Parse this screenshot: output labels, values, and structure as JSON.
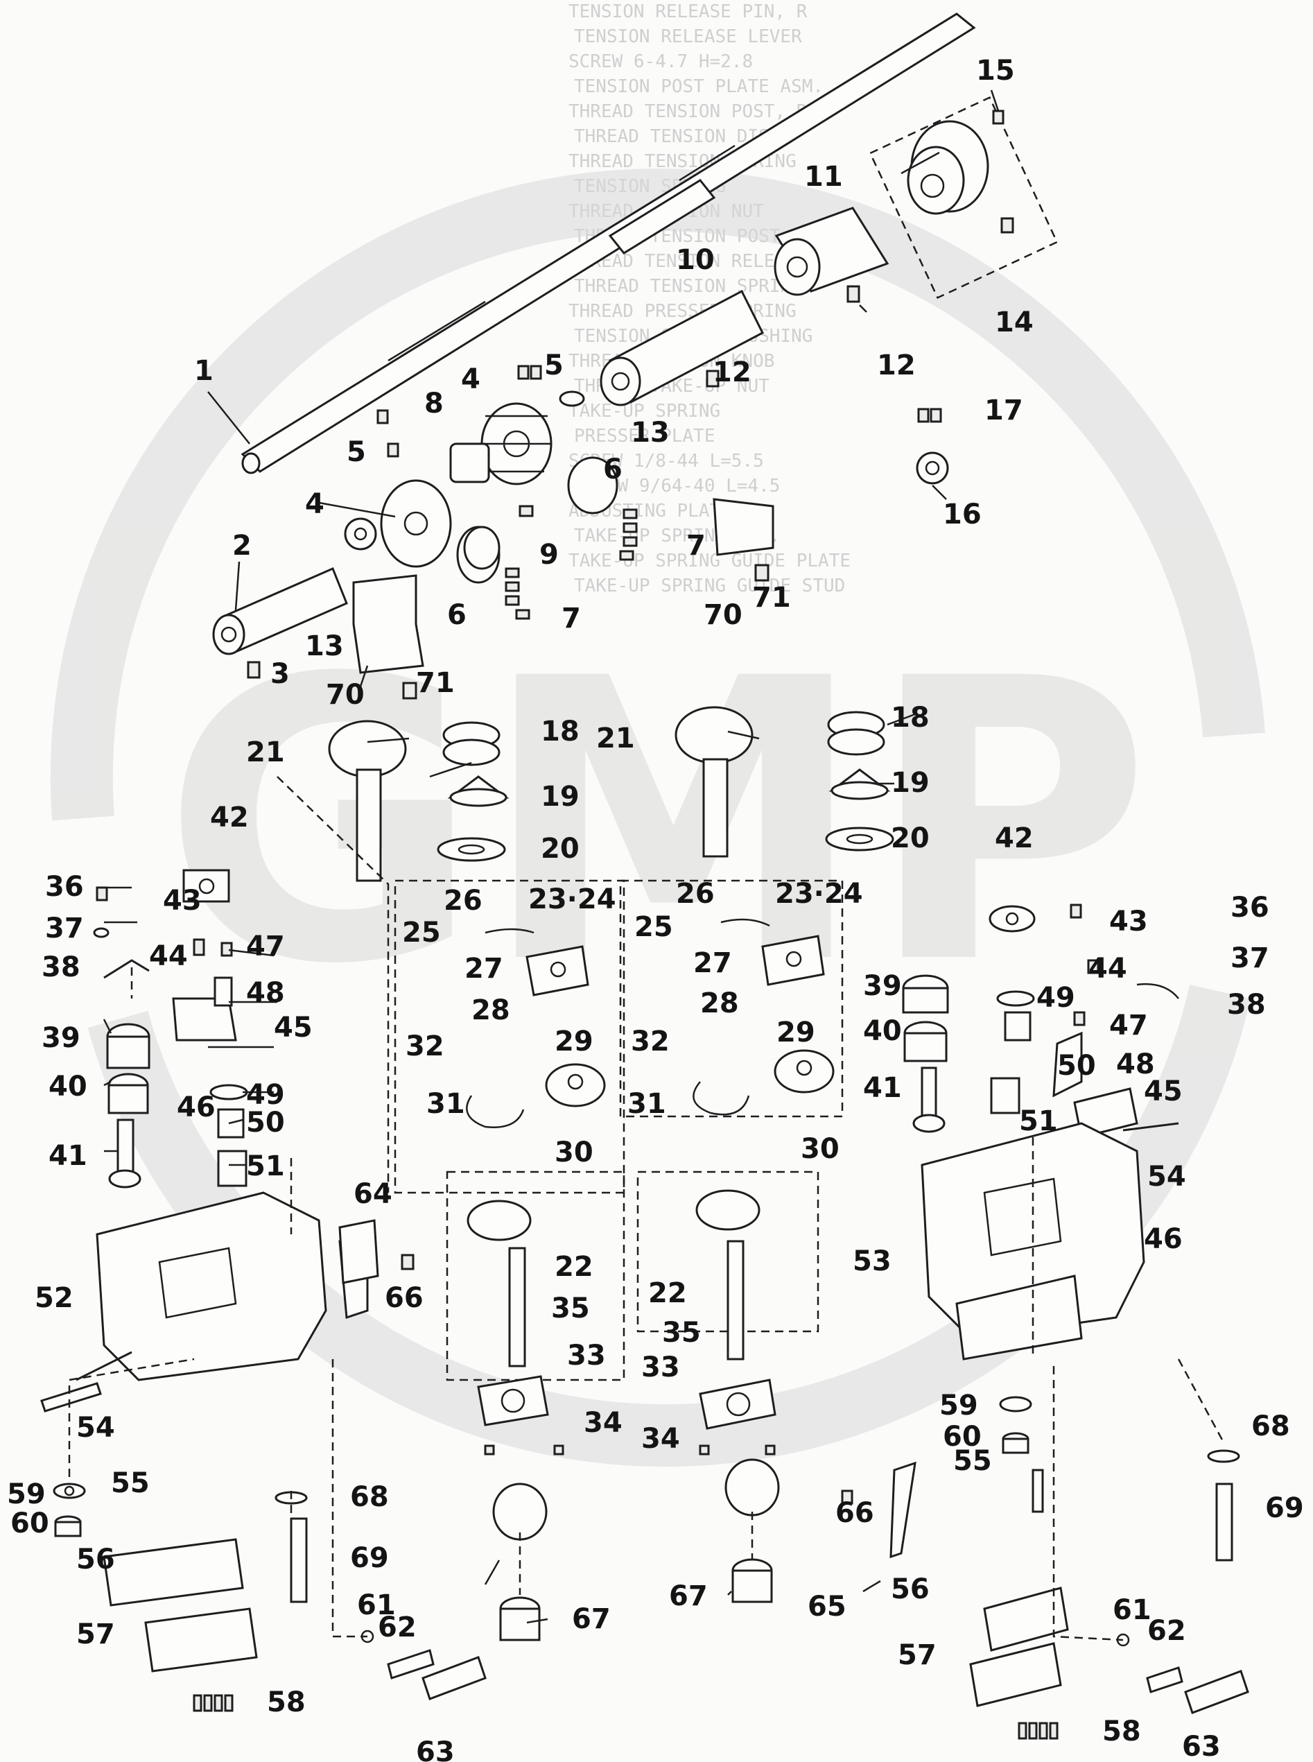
{
  "brand": {
    "watermark_text": "GMP",
    "watermark_color": "#d9d9d9"
  },
  "diagram": {
    "type": "exploded parts diagram",
    "callouts": [
      {
        "id": "c1",
        "text": "1"
      },
      {
        "id": "c2",
        "text": "2"
      },
      {
        "id": "c3",
        "text": "3"
      },
      {
        "id": "c4a",
        "text": "4"
      },
      {
        "id": "c4b",
        "text": "4"
      },
      {
        "id": "c5a",
        "text": "5"
      },
      {
        "id": "c5b",
        "text": "5"
      },
      {
        "id": "c6a",
        "text": "6"
      },
      {
        "id": "c6b",
        "text": "6"
      },
      {
        "id": "c7a",
        "text": "7"
      },
      {
        "id": "c7b",
        "text": "7"
      },
      {
        "id": "c8",
        "text": "8"
      },
      {
        "id": "c9",
        "text": "9"
      },
      {
        "id": "c10",
        "text": "10"
      },
      {
        "id": "c11",
        "text": "11"
      },
      {
        "id": "c12a",
        "text": "12"
      },
      {
        "id": "c12b",
        "text": "12"
      },
      {
        "id": "c13a",
        "text": "13"
      },
      {
        "id": "c13b",
        "text": "13"
      },
      {
        "id": "c14",
        "text": "14"
      },
      {
        "id": "c15",
        "text": "15"
      },
      {
        "id": "c16",
        "text": "16"
      },
      {
        "id": "c17",
        "text": "17"
      },
      {
        "id": "c18a",
        "text": "18"
      },
      {
        "id": "c18b",
        "text": "18"
      },
      {
        "id": "c19a",
        "text": "19"
      },
      {
        "id": "c19b",
        "text": "19"
      },
      {
        "id": "c20a",
        "text": "20"
      },
      {
        "id": "c20b",
        "text": "20"
      },
      {
        "id": "c21a",
        "text": "21"
      },
      {
        "id": "c21b",
        "text": "21"
      },
      {
        "id": "c22a",
        "text": "22"
      },
      {
        "id": "c22b",
        "text": "22"
      },
      {
        "id": "c2324a",
        "text": "23·24"
      },
      {
        "id": "c2324b",
        "text": "23·24"
      },
      {
        "id": "c25a",
        "text": "25"
      },
      {
        "id": "c25b",
        "text": "25"
      },
      {
        "id": "c26a",
        "text": "26"
      },
      {
        "id": "c26b",
        "text": "26"
      },
      {
        "id": "c27a",
        "text": "27"
      },
      {
        "id": "c27b",
        "text": "27"
      },
      {
        "id": "c28a",
        "text": "28"
      },
      {
        "id": "c28b",
        "text": "28"
      },
      {
        "id": "c29a",
        "text": "29"
      },
      {
        "id": "c29b",
        "text": "29"
      },
      {
        "id": "c30a",
        "text": "30"
      },
      {
        "id": "c30b",
        "text": "30"
      },
      {
        "id": "c31a",
        "text": "31"
      },
      {
        "id": "c31b",
        "text": "31"
      },
      {
        "id": "c32a",
        "text": "32"
      },
      {
        "id": "c32b",
        "text": "32"
      },
      {
        "id": "c33a",
        "text": "33"
      },
      {
        "id": "c33b",
        "text": "33"
      },
      {
        "id": "c34a",
        "text": "34"
      },
      {
        "id": "c34b",
        "text": "34"
      },
      {
        "id": "c35a",
        "text": "35"
      },
      {
        "id": "c35b",
        "text": "35"
      },
      {
        "id": "c36a",
        "text": "36"
      },
      {
        "id": "c36b",
        "text": "36"
      },
      {
        "id": "c37a",
        "text": "37"
      },
      {
        "id": "c37b",
        "text": "37"
      },
      {
        "id": "c38a",
        "text": "38"
      },
      {
        "id": "c38b",
        "text": "38"
      },
      {
        "id": "c39a",
        "text": "39"
      },
      {
        "id": "c39b",
        "text": "39"
      },
      {
        "id": "c40a",
        "text": "40"
      },
      {
        "id": "c40b",
        "text": "40"
      },
      {
        "id": "c41a",
        "text": "41"
      },
      {
        "id": "c41b",
        "text": "41"
      },
      {
        "id": "c42a",
        "text": "42"
      },
      {
        "id": "c42b",
        "text": "42"
      },
      {
        "id": "c43a",
        "text": "43"
      },
      {
        "id": "c43b",
        "text": "43"
      },
      {
        "id": "c44a",
        "text": "44"
      },
      {
        "id": "c44b",
        "text": "44"
      },
      {
        "id": "c45a",
        "text": "45"
      },
      {
        "id": "c45b",
        "text": "45"
      },
      {
        "id": "c46a",
        "text": "46"
      },
      {
        "id": "c46b",
        "text": "46"
      },
      {
        "id": "c47a",
        "text": "47"
      },
      {
        "id": "c47b",
        "text": "47"
      },
      {
        "id": "c48a",
        "text": "48"
      },
      {
        "id": "c48b",
        "text": "48"
      },
      {
        "id": "c49a",
        "text": "49"
      },
      {
        "id": "c49b",
        "text": "49"
      },
      {
        "id": "c50a",
        "text": "50"
      },
      {
        "id": "c50b",
        "text": "50"
      },
      {
        "id": "c51a",
        "text": "51"
      },
      {
        "id": "c51b",
        "text": "51"
      },
      {
        "id": "c52",
        "text": "52"
      },
      {
        "id": "c53",
        "text": "53"
      },
      {
        "id": "c54a",
        "text": "54"
      },
      {
        "id": "c54b",
        "text": "54"
      },
      {
        "id": "c55a",
        "text": "55"
      },
      {
        "id": "c55b",
        "text": "55"
      },
      {
        "id": "c56a",
        "text": "56"
      },
      {
        "id": "c56b",
        "text": "56"
      },
      {
        "id": "c57a",
        "text": "57"
      },
      {
        "id": "c57b",
        "text": "57"
      },
      {
        "id": "c58a",
        "text": "58"
      },
      {
        "id": "c58b",
        "text": "58"
      },
      {
        "id": "c59a",
        "text": "59"
      },
      {
        "id": "c59b",
        "text": "59"
      },
      {
        "id": "c60a",
        "text": "60"
      },
      {
        "id": "c60b",
        "text": "60"
      },
      {
        "id": "c61a",
        "text": "61"
      },
      {
        "id": "c61b",
        "text": "61"
      },
      {
        "id": "c62a",
        "text": "62"
      },
      {
        "id": "c62b",
        "text": "62"
      },
      {
        "id": "c63a",
        "text": "63"
      },
      {
        "id": "c63b",
        "text": "63"
      },
      {
        "id": "c64",
        "text": "64"
      },
      {
        "id": "c65",
        "text": "65"
      },
      {
        "id": "c66a",
        "text": "66"
      },
      {
        "id": "c66b",
        "text": "66"
      },
      {
        "id": "c67a",
        "text": "67"
      },
      {
        "id": "c67b",
        "text": "67"
      },
      {
        "id": "c68a",
        "text": "68"
      },
      {
        "id": "c68b",
        "text": "68"
      },
      {
        "id": "c69a",
        "text": "69"
      },
      {
        "id": "c69b",
        "text": "69"
      },
      {
        "id": "c70a",
        "text": "70"
      },
      {
        "id": "c70b",
        "text": "70"
      },
      {
        "id": "c71a",
        "text": "71"
      },
      {
        "id": "c71b",
        "text": "71"
      }
    ]
  },
  "show_through_text": [
    "TENSION RELEASE PIN, R",
    "TENSION RELEASE LEVER",
    "SCREW  6-4.7 H=2.8",
    "TENSION POST PLATE ASM.",
    "THREAD TENSION POST, R",
    "THREAD TENSION DISC",
    "THREAD TENSION SPRING",
    "TENSION SPRING",
    "THREAD TENSION NUT",
    "THREAD TENSION POST",
    "THREAD TENSION RELEASE",
    "THREAD TENSION SPRING",
    "THREAD PRESSER SPRING",
    "TENSION SPRING BUSHING",
    "THREAD TENSION KNOB",
    "THREAD TAKE-UP NUT",
    "TAKE-UP SPRING",
    "PRESSER PLATE",
    "SCREW 1/8-44 L=5.5",
    "SCREW 9/64-40 L=4.5",
    "ADJUSTING PLATE",
    "TAKE-UP SPRING ASM.",
    "TAKE-UP SPRING GUIDE PLATE",
    "TAKE-UP SPRING GUIDE STUD"
  ]
}
